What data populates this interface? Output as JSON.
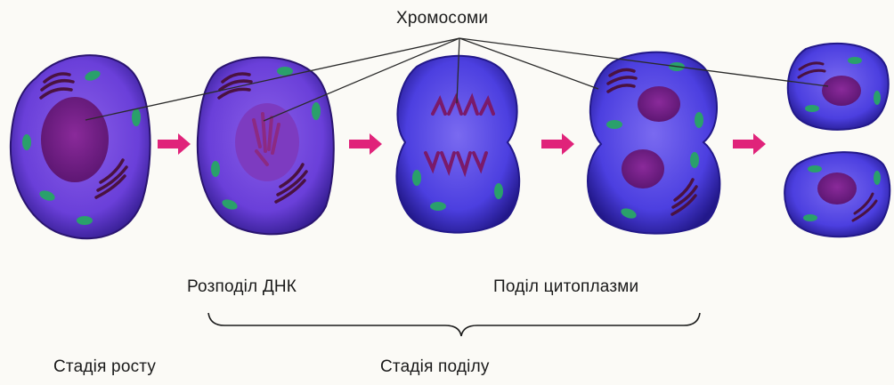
{
  "labels": {
    "chromosomes": "Хромосоми",
    "dna_division": "Розподіл ДНК",
    "cytoplasm_division": "Поділ цитоплазми",
    "growth_stage": "Стадія росту",
    "division_stage": "Стадія поділу"
  },
  "colors": {
    "cell_purple": "#5b3dd6",
    "cell_blue": "#3d3ee0",
    "nucleus": "#7a1f86",
    "chloroplast_green": "#2aa06b",
    "arrow_magenta": "#e0237a",
    "chromosome": "#6b1d5c"
  }
}
